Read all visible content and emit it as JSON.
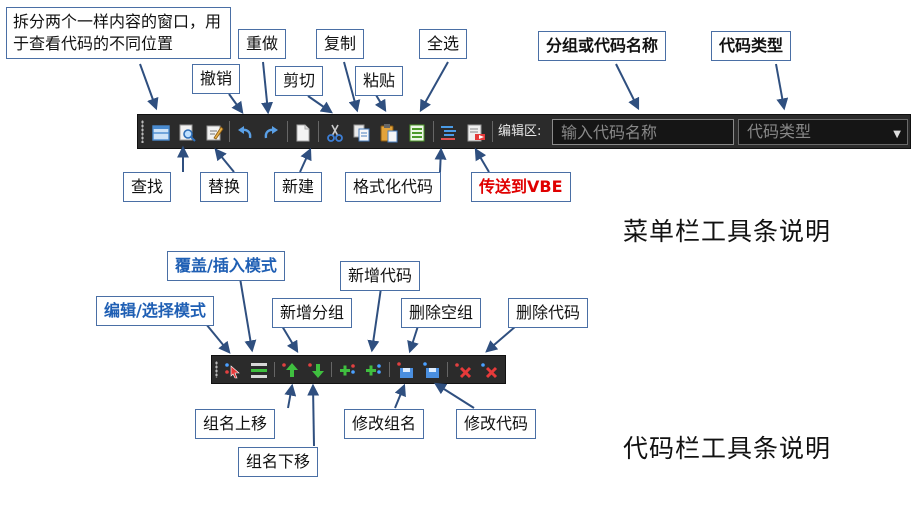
{
  "menu_toolbar": {
    "edit_area_label": "编辑区:",
    "input_placeholder": "输入代码名称",
    "select_value": "代码类型"
  },
  "code_toolbar": {},
  "menu_callouts": {
    "split_window": "拆分两个一样内容的窗口，用于查看代码的不同位置",
    "redo": "重做",
    "copy": "复制",
    "select_all": "全选",
    "group_or_code_name": "分组或代码名称",
    "code_type": "代码类型",
    "undo": "撤销",
    "cut": "剪切",
    "paste": "粘贴",
    "find": "查找",
    "replace": "替换",
    "new": "新建",
    "format_code": "格式化代码",
    "send_to_vbe": "传送到VBE"
  },
  "code_callouts": {
    "overwrite_insert_mode": "覆盖/插入模式",
    "add_code": "新增代码",
    "edit_select_mode": "编辑/选择模式",
    "add_group": "新增分组",
    "delete_empty_group": "删除空组",
    "delete_code": "删除代码",
    "group_move_up": "组名上移",
    "group_move_down": "组名下移",
    "rename_group": "修改组名",
    "edit_code": "修改代码"
  },
  "captions": {
    "menu_toolbar": "菜单栏工具条说明",
    "code_toolbar": "代码栏工具条说明"
  }
}
